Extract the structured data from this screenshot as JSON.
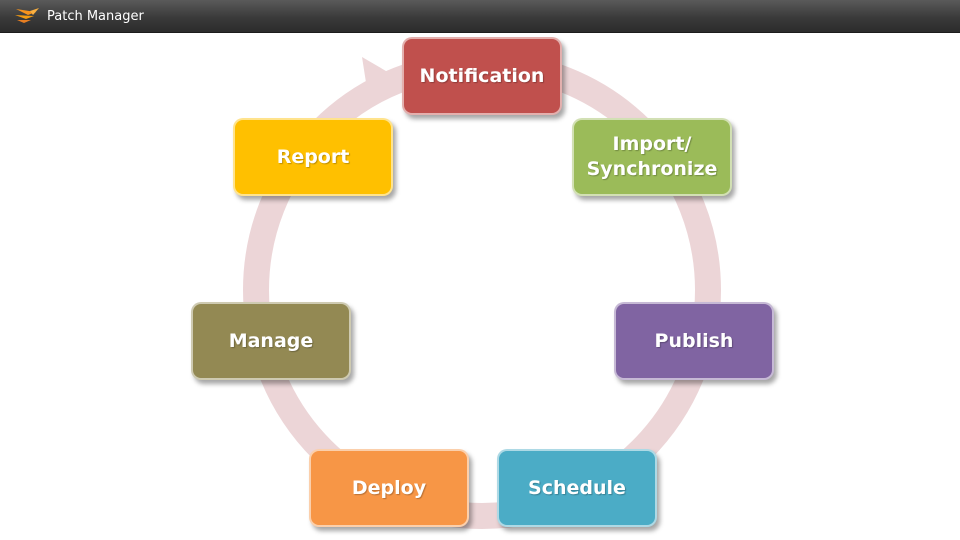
{
  "app": {
    "title": "Patch Manager",
    "logo_icon": "solarwinds-flare-icon"
  },
  "diagram": {
    "type": "cycle",
    "ring_color": "#ecd5d7",
    "nodes": [
      {
        "id": "notification",
        "label": "Notification",
        "color": "#c0504d"
      },
      {
        "id": "import",
        "label": "Import/\nSynchronize",
        "color": "#9bbb59"
      },
      {
        "id": "publish",
        "label": "Publish",
        "color": "#8064a2"
      },
      {
        "id": "schedule",
        "label": "Schedule",
        "color": "#4bacc6"
      },
      {
        "id": "deploy",
        "label": "Deploy",
        "color": "#f79646"
      },
      {
        "id": "manage",
        "label": "Manage",
        "color": "#938953"
      },
      {
        "id": "report",
        "label": "Report",
        "color": "#ffc000"
      }
    ]
  }
}
